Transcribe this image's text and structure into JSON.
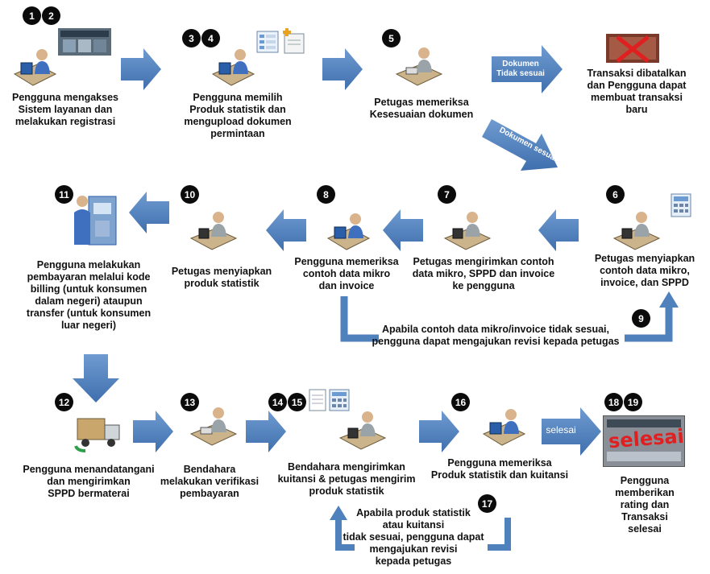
{
  "steps": [
    {
      "num": "1",
      "num2": "2",
      "label": "Pengguna mengakses\nSistem layanan dan\nmelakukan registrasi"
    },
    {
      "num": "3",
      "num2": "4",
      "label": "Pengguna memilih\nProduk statistik dan\nmengupload dokumen\npermintaan"
    },
    {
      "num": "5",
      "label": "Petugas memeriksa\nKesesuaian dokumen"
    },
    {
      "label": "Transaksi dibatalkan\ndan Pengguna dapat\nmembuat transaksi\nbaru"
    },
    {
      "num": "6",
      "label": "Petugas menyiapkan\ncontoh data mikro,\ninvoice, dan SPPD"
    },
    {
      "num": "7",
      "label": "Petugas mengirimkan contoh\ndata mikro, SPPD dan invoice\nke pengguna"
    },
    {
      "num": "8",
      "label": "Pengguna memeriksa\ncontoh data mikro\ndan invoice"
    },
    {
      "num": "10",
      "label": "Petugas menyiapkan\nproduk statistik"
    },
    {
      "num": "11",
      "label": "Pengguna melakukan\npembayaran melalui kode\nbilling  (untuk konsumen\ndalam negeri) ataupun\ntransfer (untuk konsumen\nluar negeri)"
    },
    {
      "num": "12",
      "label": "Pengguna menandatangani\ndan mengirimkan\nSPPD bermaterai"
    },
    {
      "num": "13",
      "label": "Bendahara\nmelakukan verifikasi\npembayaran"
    },
    {
      "num": "14",
      "num2": "15",
      "label": "Bendahara mengirimkan\nkuitansi & petugas mengirim\nproduk statistik"
    },
    {
      "num": "16",
      "label": "Pengguna memeriksa\nProduk statistik dan kuitansi"
    },
    {
      "num": "18",
      "num2": "19",
      "label": "Pengguna\nmemberikan\nrating dan\nTransaksi\nselesai"
    }
  ],
  "arrows": {
    "doc_not_ok": "Dokumen\nTidak sesuai",
    "doc_ok": "Dokumen sesuai",
    "selesai": "selesai"
  },
  "revisions": {
    "r9_num": "9",
    "r9_label": "Apabila contoh data mikro/invoice tidak sesuai,\npengguna dapat mengajukan revisi kepada petugas",
    "r17_num": "17",
    "r17_label": "Apabila produk statistik\natau kuitansi\ntidak sesuai, pengguna dapat\nmengajukan revisi\nkepada petugas"
  },
  "screens": {
    "selesai_banner": "selesai"
  },
  "colors": {
    "arrow_blue": "#4f81bd",
    "badge": "#0b0b0b",
    "cancel_red": "#e02020"
  }
}
